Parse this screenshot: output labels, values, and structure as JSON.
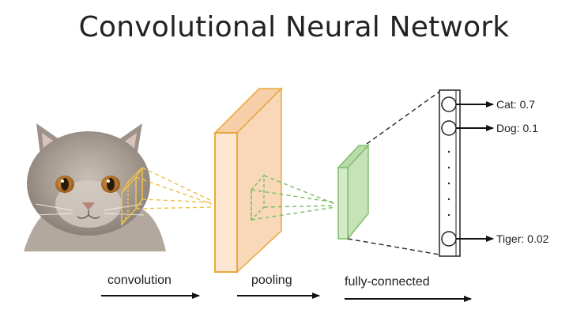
{
  "title": "Convolutional Neural Network",
  "stages": {
    "convolution": "convolution",
    "pooling": "pooling",
    "fully_connected": "fully-connected"
  },
  "outputs": [
    {
      "label": "Cat: 0.7"
    },
    {
      "label": "Dog: 0.1"
    },
    {
      "label": "Tiger: 0.02"
    }
  ],
  "colors": {
    "conv_fill": "#fbe3cc",
    "conv_edge": "#e8a93a",
    "pool_fill": "#cfe8c4",
    "pool_edge": "#7fbf6a",
    "arrow": "#111111"
  },
  "image": {
    "subject": "cat"
  }
}
